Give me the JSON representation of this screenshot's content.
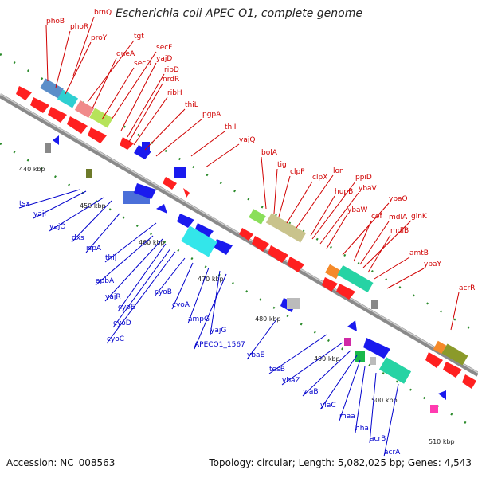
{
  "title": "Escherichia coli APEC O1, complete genome",
  "accession": "Accession: NC_008563",
  "topology": "Topology: circular; Length: 5,082,025 bp; Genes: 4,543",
  "colors": {
    "forward_label": "#d00000",
    "reverse_label": "#0000cc",
    "backbone": "#888888",
    "forward_gene": "#ff0000",
    "reverse_gene": "#0000ff"
  },
  "kbp_ticks": [
    "440 kbp",
    "450 kbp",
    "460 kbp",
    "470 kbp",
    "480 kbp",
    "490 kbp",
    "500 kbp",
    "510 kbp"
  ],
  "forward_genes": [
    "brnQ",
    "phoB",
    "phoR",
    "proY",
    "tgt",
    "queA",
    "secF",
    "secD",
    "yajD",
    "ribD",
    "nrdR",
    "ribH",
    "thiL",
    "pgpA",
    "thiI",
    "yajQ",
    "bolA",
    "tig",
    "clpP",
    "clpX",
    "lon",
    "hupB",
    "ppiD",
    "ybaV",
    "ybaW",
    "ybaO",
    "cof",
    "mdlA",
    "glnK",
    "mdlB",
    "amtB",
    "ybaY",
    "acrR"
  ],
  "reverse_genes": [
    "tsx",
    "yajI",
    "yajO",
    "dxs",
    "ispA",
    "thiJ",
    "apbA",
    "yajR",
    "cyoE",
    "cyoD",
    "cyoC",
    "cyoB",
    "cyoA",
    "ampG",
    "yajG",
    "APECO1_1567",
    "ybaE",
    "tesB",
    "ybaZ",
    "ylaB",
    "ylaC",
    "maa",
    "hha",
    "acrB",
    "acrA"
  ]
}
